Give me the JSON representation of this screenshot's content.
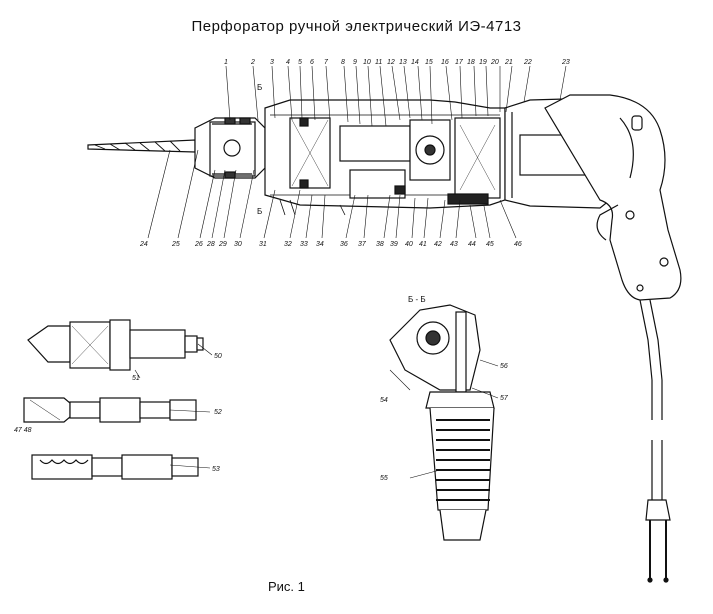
{
  "header": {
    "title": "Перфоратор ручной электрический ИЭ-4713"
  },
  "figure": {
    "caption": "Рис. 1",
    "section_label": "Б - Б"
  },
  "callouts_top": [
    "1",
    "2",
    "3",
    "4",
    "5",
    "6",
    "7",
    "8",
    "9",
    "10",
    "11",
    "12",
    "13",
    "14",
    "15",
    "16",
    "17",
    "18",
    "19",
    "20",
    "21",
    "22",
    "23"
  ],
  "callouts_bottom": [
    "24",
    "25",
    "26",
    "28",
    "29",
    "30",
    "31",
    "32",
    "33",
    "34",
    "36",
    "37",
    "38",
    "39",
    "40",
    "41",
    "42",
    "43",
    "44",
    "45",
    "46"
  ],
  "callouts_other": {
    "chuck": "50",
    "chuck_base": "51",
    "adapter_a": "52",
    "adapter_b": "53",
    "handle_head": "54",
    "handle_grip": "55",
    "handle_pin": "56",
    "handle_pin_b": "57",
    "adapter_note": "47 48"
  },
  "section_marks": {
    "top": "Б",
    "bottom": "Б"
  }
}
